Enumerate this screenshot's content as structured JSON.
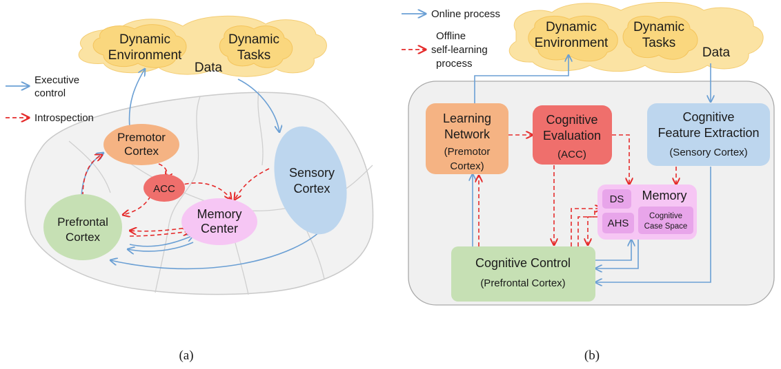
{
  "colors": {
    "online": "#6a9fd4",
    "offline": "#e52a2a",
    "cloud": "#fad77e",
    "premotor": "#f5b383",
    "acc": "#ef6f6c",
    "memory": "#f6c6f4",
    "memory_inner": "#e8a5ea",
    "prefrontal": "#c6e0b4",
    "sensory": "#bdd6ee",
    "panel": "#f0f0f0"
  },
  "panel_a": {
    "caption": "(a)",
    "legend": {
      "executive_control": [
        "Executive",
        "control"
      ],
      "introspection": "Introspection"
    },
    "clouds": {
      "environment": [
        "Dynamic",
        "Environment"
      ],
      "tasks": [
        "Dynamic",
        "Tasks"
      ]
    },
    "data_label": "Data",
    "nodes": {
      "premotor": [
        "Premotor",
        "Cortex"
      ],
      "acc": "ACC",
      "memory": [
        "Memory",
        "Center"
      ],
      "prefrontal": [
        "Prefrontal",
        "Cortex"
      ],
      "sensory": [
        "Sensory",
        "Cortex"
      ]
    }
  },
  "panel_b": {
    "caption": "(b)",
    "legend": {
      "online": "Online process",
      "offline": [
        "Offline",
        "self-learning",
        "process"
      ]
    },
    "clouds": {
      "environment": [
        "Dynamic",
        "Environment"
      ],
      "tasks": [
        "Dynamic",
        "Tasks"
      ]
    },
    "data_label": "Data",
    "nodes": {
      "learning": [
        "Learning",
        "Network",
        "(Premotor",
        "Cortex)"
      ],
      "evaluation": [
        "Cognitive",
        "Evaluation",
        "(ACC)"
      ],
      "feature": [
        "Cognitive",
        "Feature Extraction",
        "(Sensory Cortex)"
      ],
      "memory": "Memory",
      "ds": "DS",
      "ahs": "AHS",
      "case_space": [
        "Cognitive",
        "Case Space"
      ],
      "control": [
        "Cognitive Control",
        "(Prefrontal Cortex)"
      ]
    }
  }
}
